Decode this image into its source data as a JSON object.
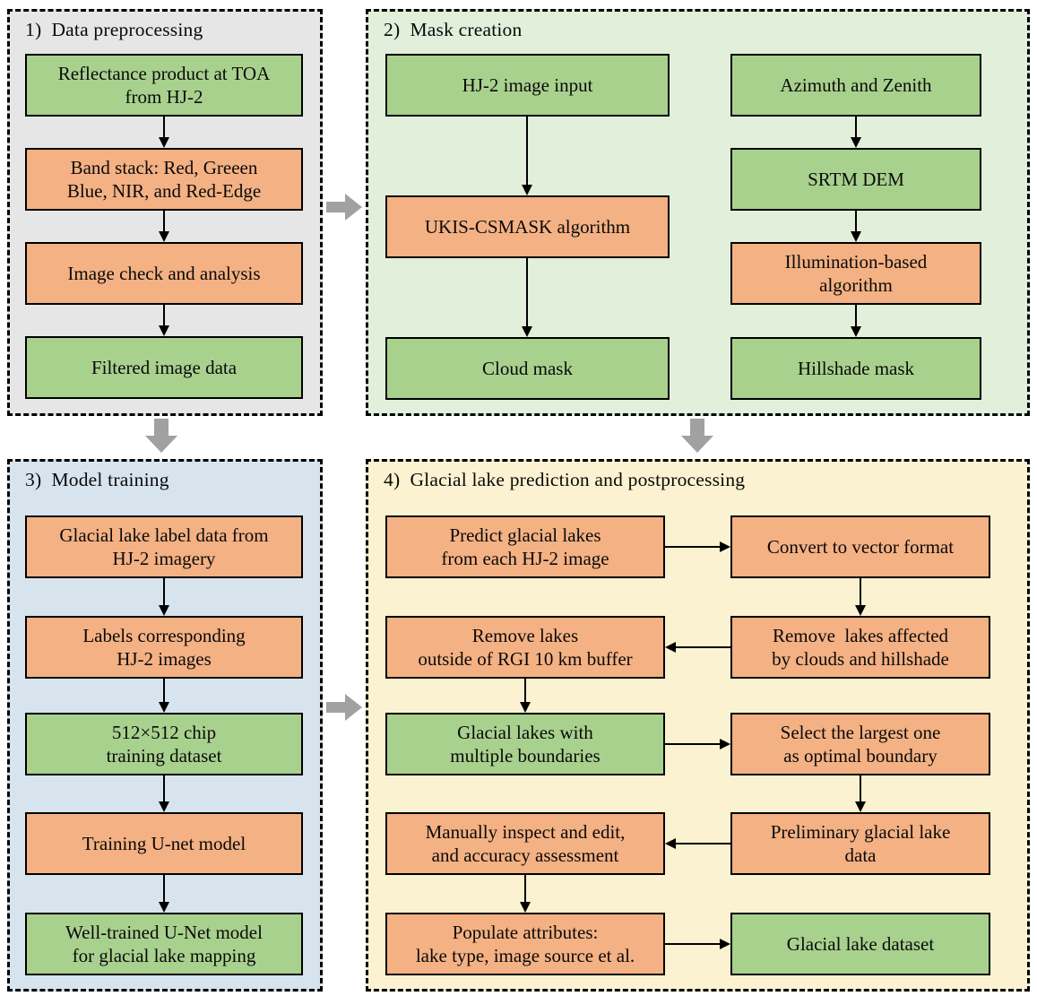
{
  "colors": {
    "green_box": "#a9d18e",
    "orange_box": "#f4b183",
    "box_border": "#000000",
    "panel1_bg": "#e7e6e6",
    "panel2_bg": "#e2efda",
    "panel3_bg": "#d7e4ee",
    "panel4_bg": "#fbf2d1",
    "connector_gray": "#a1a1a1"
  },
  "panels": {
    "p1": {
      "title": "1)  Data preprocessing",
      "boxes": [
        {
          "text": "Reflectance product at TOA\nfrom HJ-2",
          "type": "green"
        },
        {
          "text": "Band stack: Red, Greeen\nBlue, NIR, and Red-Edge",
          "type": "orange"
        },
        {
          "text": "Image check and analysis",
          "type": "orange"
        },
        {
          "text": "Filtered image data",
          "type": "green"
        }
      ]
    },
    "p2": {
      "title": "2)  Mask creation",
      "left": [
        {
          "text": "HJ-2 image input",
          "type": "green"
        },
        {
          "text": "UKIS-CSMASK algorithm",
          "type": "orange"
        },
        {
          "text": "Cloud mask",
          "type": "green"
        }
      ],
      "right": [
        {
          "text": "Azimuth and Zenith",
          "type": "green"
        },
        {
          "text": "SRTM DEM",
          "type": "green"
        },
        {
          "text": "Illumination-based\nalgorithm",
          "type": "orange"
        },
        {
          "text": "Hillshade mask",
          "type": "green"
        }
      ]
    },
    "p3": {
      "title": "3)  Model training",
      "boxes": [
        {
          "text": "Glacial lake label data from\nHJ-2 imagery",
          "type": "orange"
        },
        {
          "text": "Labels corresponding\nHJ-2 images",
          "type": "orange"
        },
        {
          "text": "512×512 chip\ntraining dataset",
          "type": "green"
        },
        {
          "text": "Training U-net model",
          "type": "orange"
        },
        {
          "text": "Well-trained U-Net model\nfor glacial lake mapping",
          "type": "green"
        }
      ]
    },
    "p4": {
      "title": "4)  Glacial lake prediction and postprocessing",
      "left": [
        {
          "text": "Predict glacial lakes\nfrom each HJ-2 image",
          "type": "orange"
        },
        {
          "text": "Remove lakes\noutside of RGI 10 km buffer",
          "type": "orange"
        },
        {
          "text": "Glacial lakes with\nmultiple boundaries",
          "type": "green"
        },
        {
          "text": "Manually inspect and edit,\nand accuracy assessment",
          "type": "orange"
        },
        {
          "text": "Populate attributes:\nlake type, image source et al.",
          "type": "orange"
        }
      ],
      "right": [
        {
          "text": "Convert to vector format",
          "type": "orange"
        },
        {
          "text": "Remove  lakes affected\nby clouds and hillshade",
          "type": "orange"
        },
        {
          "text": "Select the largest one\nas optimal boundary",
          "type": "orange"
        },
        {
          "text": "Preliminary glacial lake\ndata",
          "type": "orange"
        },
        {
          "text": "Glacial lake dataset",
          "type": "green"
        }
      ]
    }
  }
}
